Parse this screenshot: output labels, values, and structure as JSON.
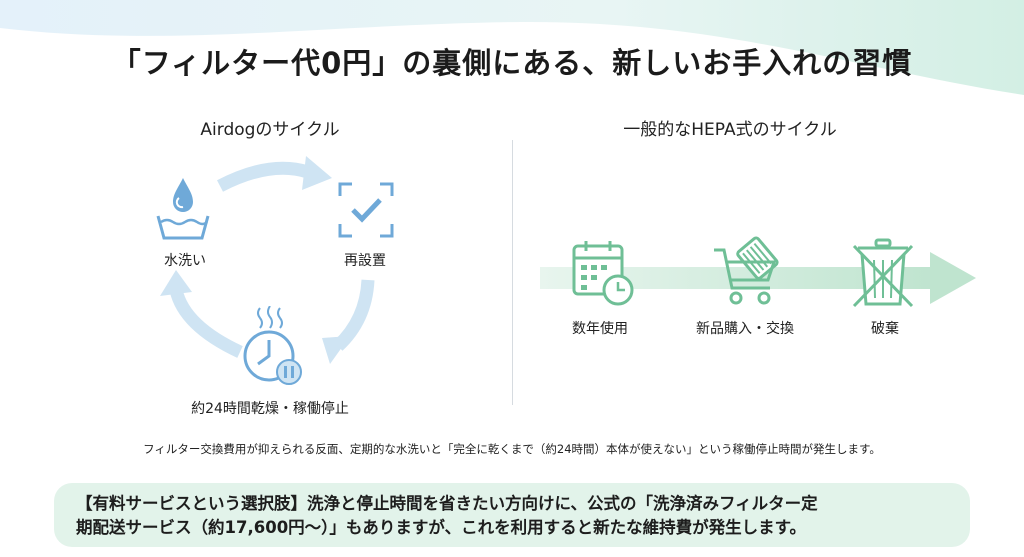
{
  "title": "「フィルター代0円」の裏側にある、新しいお手入れの習慣",
  "left": {
    "heading": "Airdogのサイクル",
    "steps": [
      {
        "label": "水洗い",
        "icon": "water-wash-icon"
      },
      {
        "label": "再設置",
        "icon": "check-install-icon"
      },
      {
        "label": "約24時間乾燥・稼働停止",
        "icon": "clock-drying-icon"
      }
    ]
  },
  "right": {
    "heading": "一般的なHEPA式のサイクル",
    "steps": [
      {
        "label": "数年使用",
        "icon": "calendar-clock-icon"
      },
      {
        "label": "新品購入・交換",
        "icon": "shopping-cart-icon"
      },
      {
        "label": "破棄",
        "icon": "crossed-trash-icon"
      }
    ]
  },
  "note": "フィルター交換費用が抑えられる反面、定期的な水洗いと「完全に乾くまで（約24時間）本体が使えない」という稼働停止時間が発生します。",
  "callout": {
    "line1": "【有料サービスという選択肢】洗浄と停止時間を省きたい方向けに、公式の「洗浄済みフィルター定",
    "line2": "期配送サービス（約17,600円〜）」もありますが、これを利用すると新たな維持費が発生します。"
  },
  "colors": {
    "arrow_blue": "#cfe4f3",
    "icon_blue": "#6fa9d8",
    "icon_green": "#6fbf96",
    "band_green": "#d8efe2",
    "callout_bg": "#e2f3ea"
  }
}
